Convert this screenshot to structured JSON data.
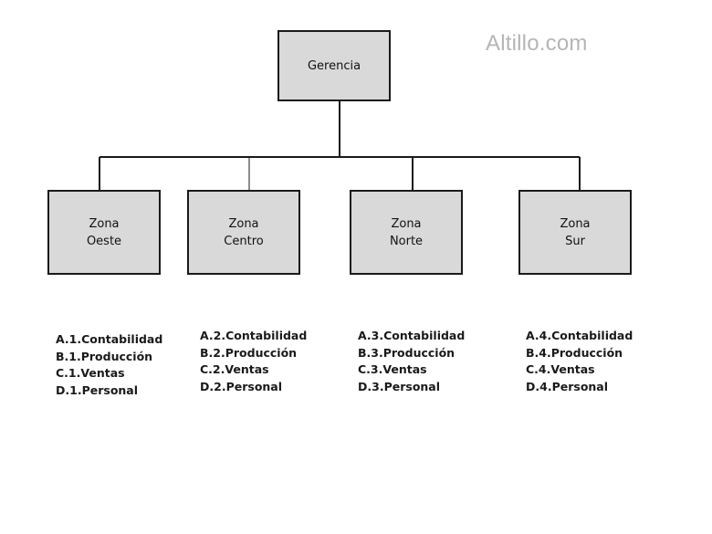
{
  "watermark": "Altillo.com",
  "root": {
    "label": "Gerencia"
  },
  "zones": [
    {
      "line1": "Zona",
      "line2": "Oeste",
      "departments": [
        "A.1.Contabilidad",
        "B.1.Producción",
        "C.1.Ventas",
        "D.1.Personal"
      ]
    },
    {
      "line1": "Zona",
      "line2": "Centro",
      "departments": [
        "A.2.Contabilidad",
        "B.2.Producción",
        "C.2.Ventas",
        "D.2.Personal"
      ]
    },
    {
      "line1": "Zona",
      "line2": "Norte",
      "departments": [
        "A.3.Contabilidad",
        "B.3.Producción",
        "C.3.Ventas",
        "D.3.Personal"
      ]
    },
    {
      "line1": "Zona",
      "line2": "Sur",
      "departments": [
        "A.4.Contabilidad",
        "B.4.Producción",
        "C.4.Ventas",
        "D.4.Personal"
      ]
    }
  ],
  "colors": {
    "box_fill": "#d9d9d9",
    "box_border": "#1a1a1a",
    "watermark": "#b5b5b5"
  }
}
